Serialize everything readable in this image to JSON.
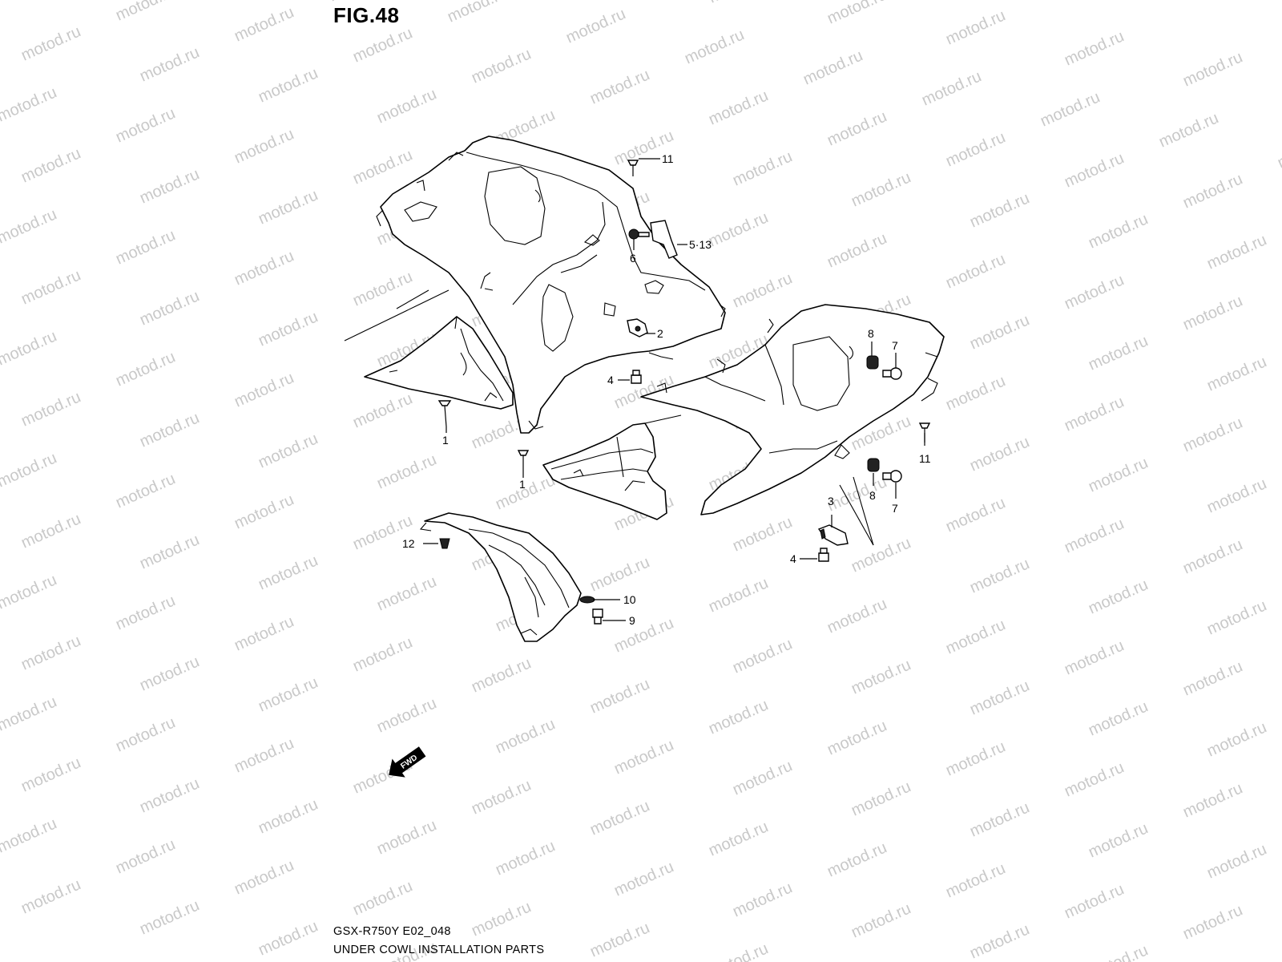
{
  "figure": {
    "title": "FIG.48",
    "model_code": "GSX-R750Y E02_048",
    "caption": "UNDER COWL INSTALLATION PARTS",
    "watermark": "motod.ru",
    "forward_badge": "FWD"
  },
  "callouts": [
    {
      "id": "c1a",
      "label": "1"
    },
    {
      "id": "c1b",
      "label": "1"
    },
    {
      "id": "c2",
      "label": "2"
    },
    {
      "id": "c3",
      "label": "3"
    },
    {
      "id": "c4a",
      "label": "4"
    },
    {
      "id": "c4b",
      "label": "4"
    },
    {
      "id": "c513",
      "label": "5·13"
    },
    {
      "id": "c6",
      "label": "6"
    },
    {
      "id": "c7a",
      "label": "7"
    },
    {
      "id": "c7b",
      "label": "7"
    },
    {
      "id": "c8a",
      "label": "8"
    },
    {
      "id": "c8b",
      "label": "8"
    },
    {
      "id": "c9",
      "label": "9"
    },
    {
      "id": "c10",
      "label": "10"
    },
    {
      "id": "c11a",
      "label": "11"
    },
    {
      "id": "c11b",
      "label": "11"
    },
    {
      "id": "c12",
      "label": "12"
    }
  ]
}
